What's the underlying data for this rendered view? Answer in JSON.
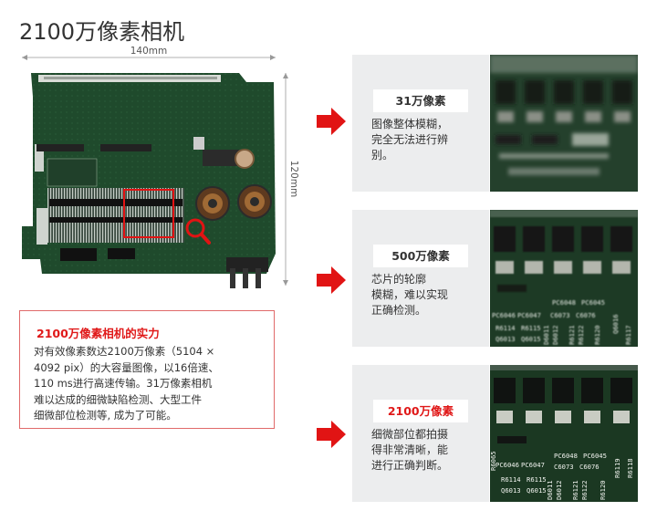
{
  "page": {
    "title": "2100万像素相机",
    "dim_width": "140mm",
    "dim_height": "120mm"
  },
  "info": {
    "heading": "2100万像素相机的实力",
    "lines": [
      "对有效像素数达2100万像素（5104 ×",
      "4092 pix）的大容量图像，以16倍速、",
      "110 ms进行高速传输。31万像素相机",
      "难以达成的细微缺陷检测、大型工件",
      "细微部位检测等, 成为了可能。"
    ]
  },
  "comparisons": [
    {
      "label": "31万像素",
      "desc_lines": [
        "图像整体模糊，",
        "完全无法进行辨",
        "别。"
      ]
    },
    {
      "label": "500万像素",
      "desc_lines": [
        "芯片的轮廓",
        "模糊，难以实现",
        "正确检测。"
      ],
      "photo_texts": [
        "PC6048",
        "PC6047",
        "PC6046",
        "PC6045",
        "C6073",
        "C6076",
        "R6114",
        "R6115",
        "R6121",
        "Q6013",
        "Q6015",
        "R6122",
        "D6012",
        "D6011",
        "R6120",
        "Q6016",
        "R6117"
      ]
    },
    {
      "label": "2100万像素",
      "desc_lines": [
        "细微部位都拍摄",
        "得非常清晰，能",
        "进行正确判断。"
      ],
      "photo_texts": [
        "PC6048",
        "PC6047",
        "PC6046",
        "PC6045",
        "C6073",
        "C6076",
        "R6114",
        "R6115",
        "R6121",
        "Q6013",
        "Q6015",
        "R6122",
        "D6012",
        "D6011",
        "R6120",
        "R6119",
        "R6118",
        "R6065"
      ]
    }
  ],
  "colors": {
    "accent_red": "#e01919",
    "arrow_red": "#e11414",
    "panel_gray": "#ecedee",
    "pcb_green": "#1f4a2c"
  },
  "icons": {
    "arrow": "arrow-right-icon",
    "magnifier": "magnifier-icon"
  }
}
